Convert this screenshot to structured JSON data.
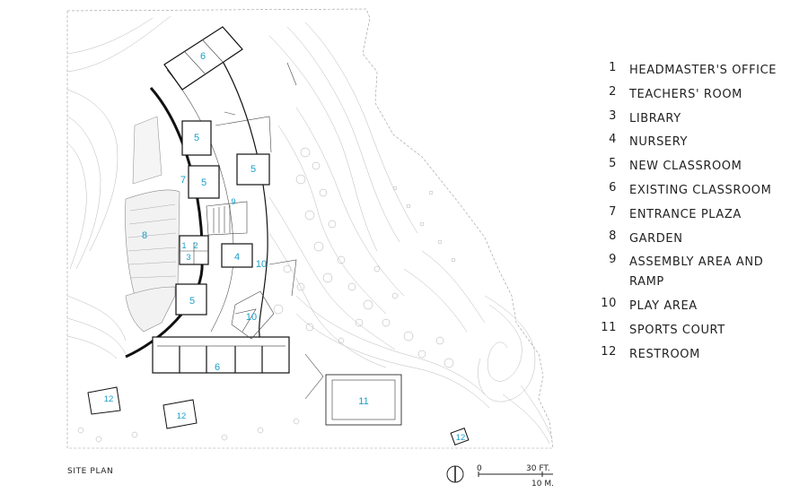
{
  "caption": "SITE PLAN",
  "scale": {
    "zero": "0",
    "feet": "30 FT.",
    "meters": "10 M."
  },
  "legend": [
    {
      "number": "1",
      "label": "HEADMASTER'S OFFICE"
    },
    {
      "number": "2",
      "label": "TEACHERS' ROOM"
    },
    {
      "number": "3",
      "label": "LIBRARY"
    },
    {
      "number": "4",
      "label": "NURSERY"
    },
    {
      "number": "5",
      "label": "NEW CLASSROOM"
    },
    {
      "number": "6",
      "label": "EXISTING CLASSROOM"
    },
    {
      "number": "7",
      "label": "ENTRANCE PLAZA"
    },
    {
      "number": "8",
      "label": "GARDEN"
    },
    {
      "number": "9",
      "label": "ASSEMBLY AREA AND RAMP"
    },
    {
      "number": "10",
      "label": "PLAY AREA"
    },
    {
      "number": "11",
      "label": "SPORTS COURT"
    },
    {
      "number": "12",
      "label": "RESTROOM"
    }
  ],
  "plan_labels": {
    "existing_classroom_north": "6",
    "classroom_a": "5",
    "classroom_b": "5",
    "classroom_c": "5",
    "classroom_d": "5",
    "entrance_plaza": "7",
    "assembly": "9",
    "garden": "8",
    "headmaster": "1",
    "teachers": "2",
    "library": "3",
    "nursery": "4",
    "play_area_a": "10",
    "play_area_b": "10",
    "existing_classroom_south": "6",
    "sports_court": "11",
    "restroom_a": "12",
    "restroom_b": "12",
    "restroom_c": "12"
  }
}
